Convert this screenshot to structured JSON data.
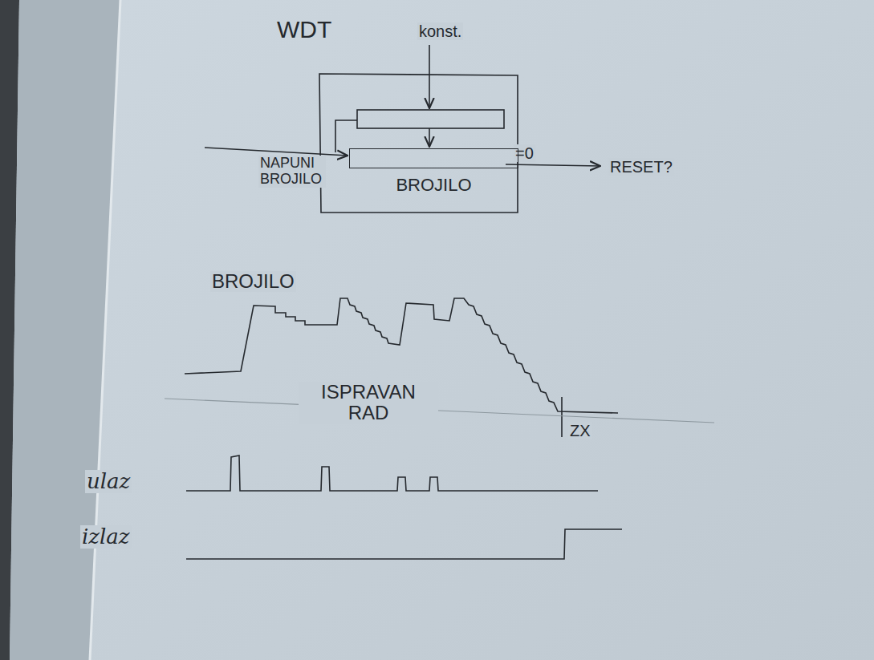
{
  "diagram": {
    "title": "WDT",
    "nodes": [
      {
        "text": [
          "BROJILO"
        ]
      }
    ],
    "labels": [
      "konst.",
      "NAPUNI BROJILO",
      "=0",
      "RESET?",
      "BROJILO",
      "ISPRAVAN RAD",
      "ZX",
      "ulaz",
      "izlaz"
    ]
  }
}
